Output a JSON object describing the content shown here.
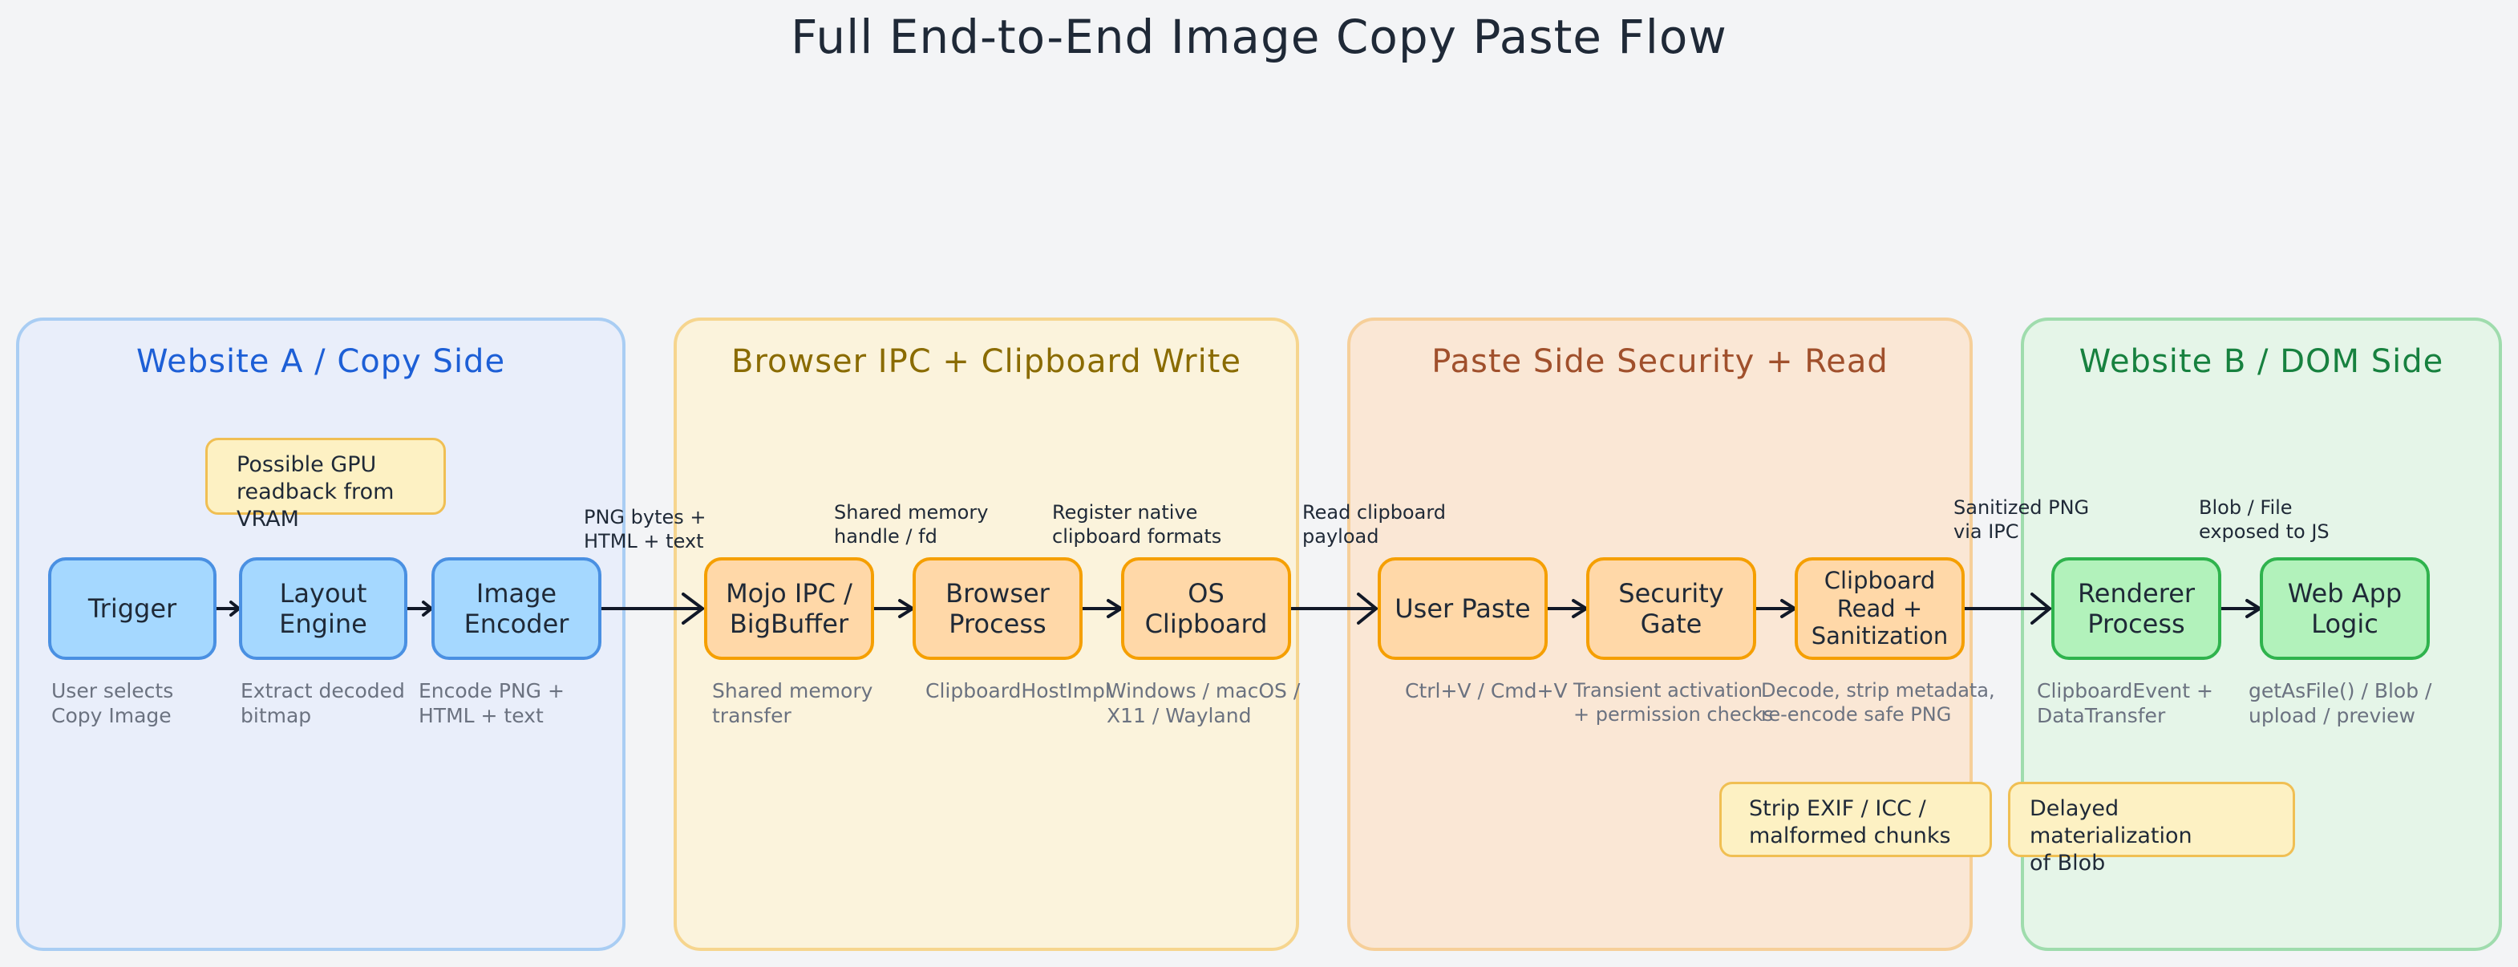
{
  "title": "Full End-to-End Image Copy Paste Flow",
  "colors": {
    "blue": "#1d5fd6",
    "gold": "#8a6b00",
    "rust": "#a0502c",
    "green": "#17813f"
  },
  "panels": [
    {
      "title": "Website A / Copy Side"
    },
    {
      "title": "Browser IPC + Clipboard Write"
    },
    {
      "title": "Paste Side Security + Read"
    },
    {
      "title": "Website B / DOM Side"
    }
  ],
  "nodes": [
    {
      "label": "Trigger",
      "caption": "User selects\nCopy Image"
    },
    {
      "label": "Layout\nEngine",
      "caption": "Extract decoded\nbitmap"
    },
    {
      "label": "Image\nEncoder",
      "caption": "Encode PNG +\nHTML + text"
    },
    {
      "label": "Mojo IPC /\nBigBuffer",
      "caption": "Shared memory\ntransfer"
    },
    {
      "label": "Browser\nProcess",
      "caption": "ClipboardHostImpl"
    },
    {
      "label": "OS Clipboard",
      "caption": "Windows / macOS /\nX11 / Wayland"
    },
    {
      "label": "User Paste",
      "caption": "Ctrl+V / Cmd+V"
    },
    {
      "label": "Security\nGate",
      "caption": "Transient activation\n+ permission checks"
    },
    {
      "label": "Clipboard Read +\nSanitization",
      "caption": "Decode, strip metadata,\nre-encode safe PNG"
    },
    {
      "label": "Renderer\nProcess",
      "caption": "ClipboardEvent +\nDataTransfer"
    },
    {
      "label": "Web App\nLogic",
      "caption": "getAsFile() / Blob /\nupload / preview"
    }
  ],
  "edge_labels": [
    "PNG bytes +\nHTML + text",
    "Shared memory\nhandle / fd",
    "Register native\nclipboard formats",
    "Read clipboard\npayload",
    "Sanitized PNG\nvia IPC",
    "Blob / File\nexposed to JS"
  ],
  "notes": [
    "Possible GPU\nreadback from VRAM",
    "Strip EXIF / ICC /\nmalformed chunks",
    "Delayed materialization\nof Blob"
  ]
}
